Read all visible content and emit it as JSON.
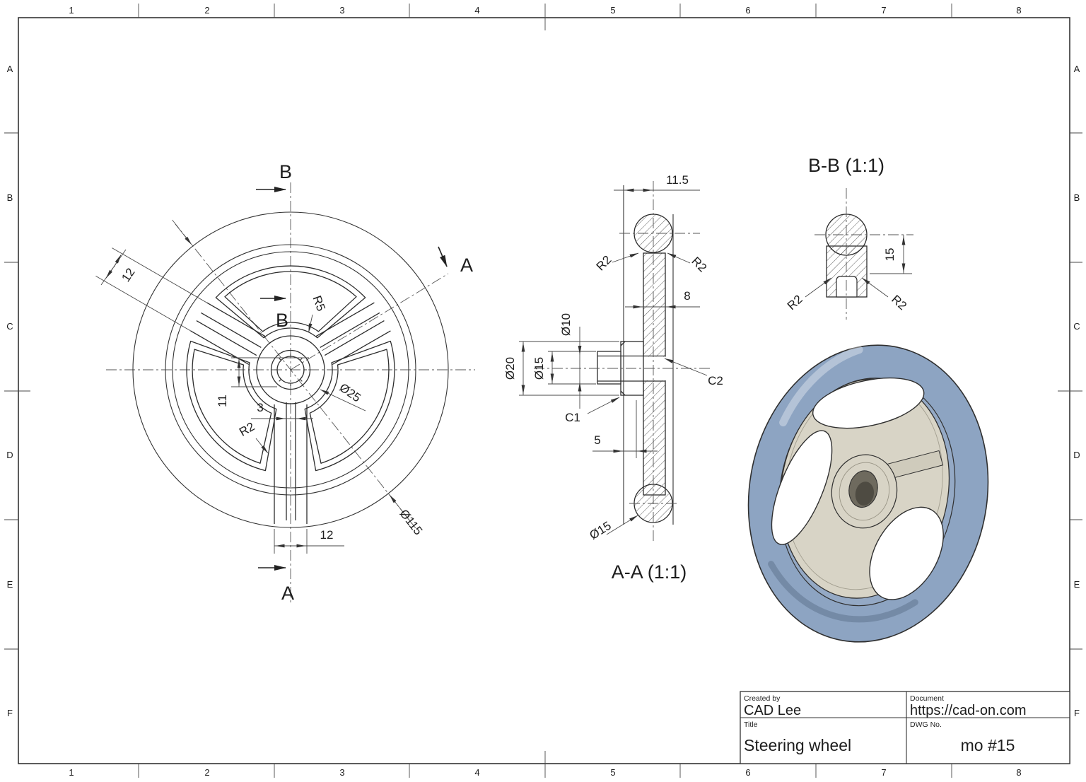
{
  "frame": {
    "cols": [
      "1",
      "2",
      "3",
      "4",
      "5",
      "6",
      "7",
      "8"
    ],
    "rows": [
      "A",
      "B",
      "C",
      "D",
      "E",
      "F"
    ]
  },
  "front_view": {
    "section_b": "B",
    "section_a": "A",
    "dim_spoke_width": "12",
    "dim_r5": "R5",
    "dim_hub_offset": "11",
    "dim_rib_width": "3",
    "dim_hub_dia": "Ø25",
    "dim_r2": "R2",
    "dim_outer_dia": "Ø115",
    "dim_bottom_spoke_width": "12"
  },
  "section_aa": {
    "title": "A-A (1:1)",
    "dim_rim_width": "11.5",
    "r2_left": "R2",
    "r2_right": "R2",
    "dim_web": "8",
    "dim_bore10": "Ø10",
    "dim_bore15": "Ø15",
    "dim_boss20": "Ø20",
    "chamfer1": "C1",
    "chamfer2": "C2",
    "dim_offset5": "5",
    "dim_rim_tube": "Ø15"
  },
  "section_bb": {
    "title": "B-B (1:1)",
    "dim_height": "15",
    "r2_left": "R2",
    "r2_right": "R2"
  },
  "title_block": {
    "created_by_label": "Created by",
    "created_by": "CAD Lee",
    "document_label": "Document",
    "document": "https://cad-on.com",
    "title_label": "Title",
    "title": "Steering wheel",
    "dwg_label": "DWG No.",
    "dwg_no": "mo #15"
  },
  "colors": {
    "rim_blue": "#8da4c2",
    "rim_blue_inner": "#94a9c5",
    "hub_beige": "#d8d4c6",
    "bore_dark": "#6e6a5e",
    "bore_darker": "#4e4b42"
  }
}
